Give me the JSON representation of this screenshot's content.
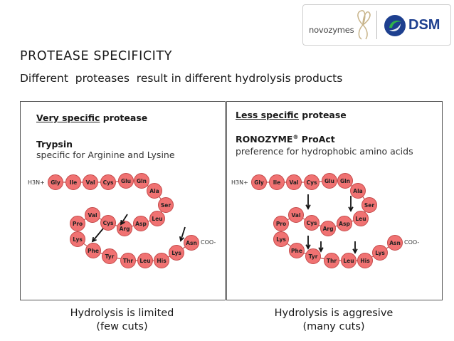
{
  "logos": {
    "novozymes": "novozymes",
    "dsm": "DSM"
  },
  "title": "PROTEASE SPECIFICITY",
  "subtitle": "Different  proteases  result in different hydrolysis products",
  "chain_start": "H3N+",
  "chain_end": "COO-",
  "amino_acids": [
    "Gly",
    "Ile",
    "Val",
    "Cys",
    "Glu",
    "Gln",
    "Ala",
    "Ser",
    "Leu",
    "Asp",
    "Arg",
    "Cys",
    "Val",
    "Pro",
    "Lys",
    "Phe",
    "Tyr",
    "Thr",
    "Leu",
    "His",
    "Lys",
    "Asn"
  ],
  "left_panel": {
    "heading_underlined": "Very specific",
    "heading_rest": " protease",
    "name": "Trypsin",
    "description": "specific for Arginine and Lysine",
    "caption_line1": "Hydrolysis is limited",
    "caption_line2": "(few cuts)"
  },
  "right_panel": {
    "heading_underlined": "Less specific",
    "heading_rest": " protease",
    "name": "RONOZYME",
    "name_mark": "®",
    "name_rest": " ProAct",
    "description": "preference for hydrophobic amino acids",
    "caption_line1": "Hydrolysis is aggresive",
    "caption_line2": "(many cuts)"
  },
  "colors": {
    "bead_fill": "#f07272",
    "bead_stroke": "#c44a4a",
    "arrow": "#111111",
    "dsm_blue": "#1d3f8f"
  }
}
